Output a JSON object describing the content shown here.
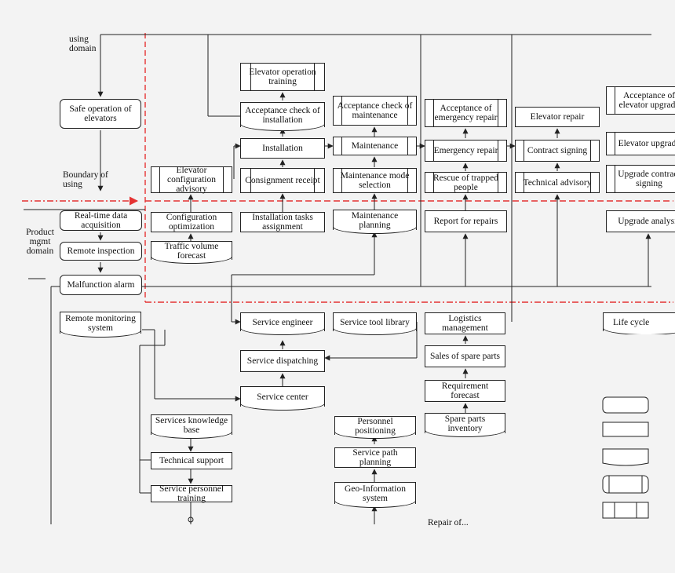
{
  "labels": {
    "using_domain": "using domain",
    "boundary": "Boundary of using",
    "product": "Product mgmt domain",
    "repair_footer": "Repair of..."
  },
  "boxes": {
    "safe_operation": "Safe operation of elevators",
    "realtime": "Real-time data acquisition",
    "remote_inspection": "Remote inspection",
    "malfunction": "Malfunction alarm",
    "remote_monitoring": "Remote monitoring system",
    "config_advisory": "Elevator configuration advisory",
    "config_opt": "Configuration optimization",
    "traffic": "Traffic volume forecast",
    "op_training": "Elevator operation training",
    "accept_install": "Acceptance check of installation",
    "installation": "Installation",
    "consignment": "Consignment receipt",
    "install_tasks": "Installation tasks assignment",
    "accept_maint": "Acceptance check of maintenance",
    "maintenance": "Maintenance",
    "maint_mode": "Maintenance mode selection",
    "maint_planning": "Maintenance planning",
    "accept_emerg": "Acceptance of emergency repair",
    "emerg_repair": "Emergency repair",
    "rescue": "Rescue of trapped people",
    "report_repairs": "Report for repairs",
    "elevator_repair": "Elevator repair",
    "contract": "Contract signing",
    "tech_advisory": "Technical advisory",
    "accept_upgr": "Acceptance of elevator upgrade",
    "elev_upgr": "Elevator upgrade",
    "upgr_contract": "Upgrade contract signing",
    "upgr_analysis": "Upgrade analysis",
    "service_engineer": "Service engineer",
    "service_tool": "Service tool library",
    "logistics": "Logistics management",
    "life_cycle": "Life cycle",
    "service_dispatch": "Service dispatching",
    "sales_spare": "Sales of spare parts",
    "service_center": "Service center",
    "req_forecast": "Requirement forecast",
    "spare_inventory": "Spare parts inventory",
    "knowledge_base": "Services knowledge base",
    "tech_support": "Technical support",
    "personnel_training": "Service personnel training",
    "personnel_pos": "Personnel positioning",
    "path_planning": "Service path planning",
    "geo_info": "Geo-Information system"
  },
  "colors": {
    "boundary_line": "#e53333",
    "line": "#222222",
    "background": "#f3f3f3"
  }
}
